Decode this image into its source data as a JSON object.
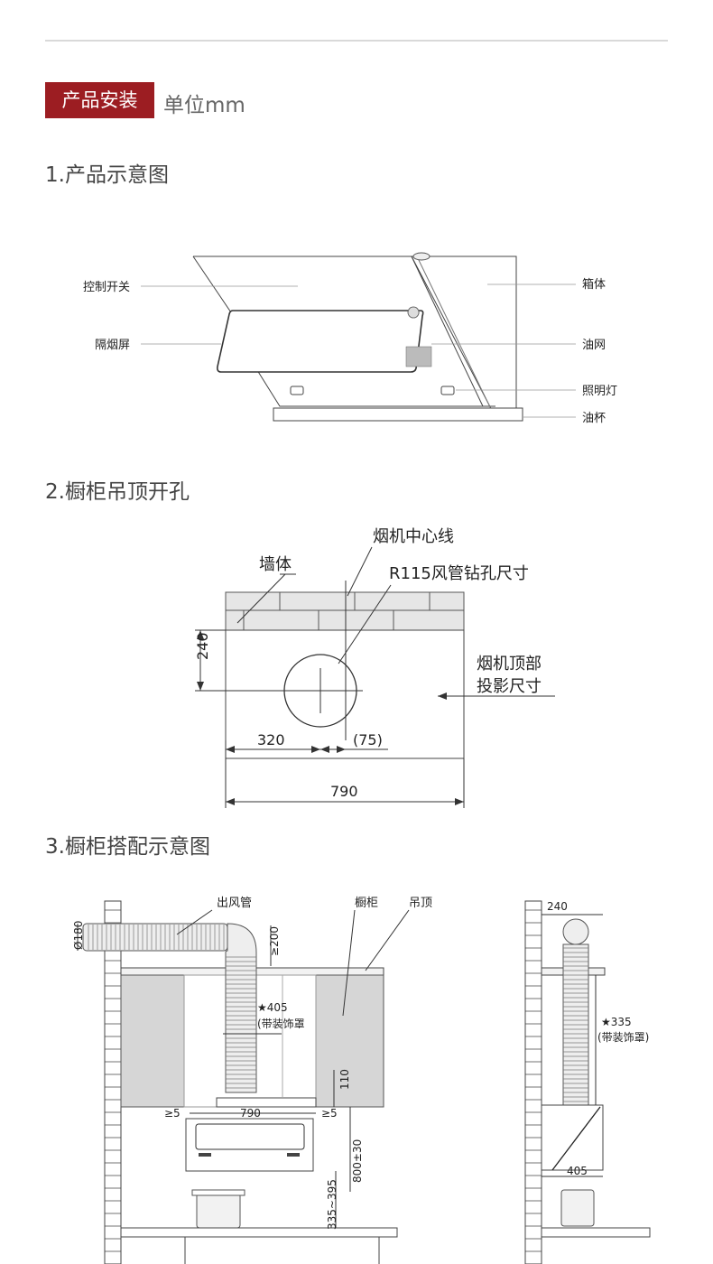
{
  "header": {
    "badge": "产品安装",
    "unit": "单位mm"
  },
  "sections": {
    "s1": "1.产品示意图",
    "s2": "2.橱柜吊顶开孔",
    "s3": "3.橱柜搭配示意图"
  },
  "fig1": {
    "control_switch": "控制开关",
    "smoke_screen": "隔烟屏",
    "cabinet_body": "箱体",
    "oil_net": "油网",
    "light": "照明灯",
    "oil_cup": "油杯"
  },
  "fig2": {
    "wall": "墙体",
    "center_line": "烟机中心线",
    "drill_hole": "R115风管钻孔尺寸",
    "proj_line1": "烟机顶部",
    "proj_line2": "投影尺寸",
    "dim_240": "240",
    "dim_320": "320",
    "dim_75": "(75)",
    "dim_790": "790"
  },
  "fig3": {
    "duct": "出风管",
    "cabinet": "橱柜",
    "ceiling": "吊顶",
    "d180": "Ø180",
    "ge200": "≥200",
    "h405": "★405",
    "with_cover": "(带装饰罩",
    "h110": "110",
    "ge5_left": "≥5",
    "w790": "790",
    "ge5_right": "≥5",
    "h800": "800±30",
    "h335": "335~395",
    "side_240": "240",
    "side_335": "★335",
    "side_cover": "(带装饰罩)",
    "side_405": "405"
  }
}
